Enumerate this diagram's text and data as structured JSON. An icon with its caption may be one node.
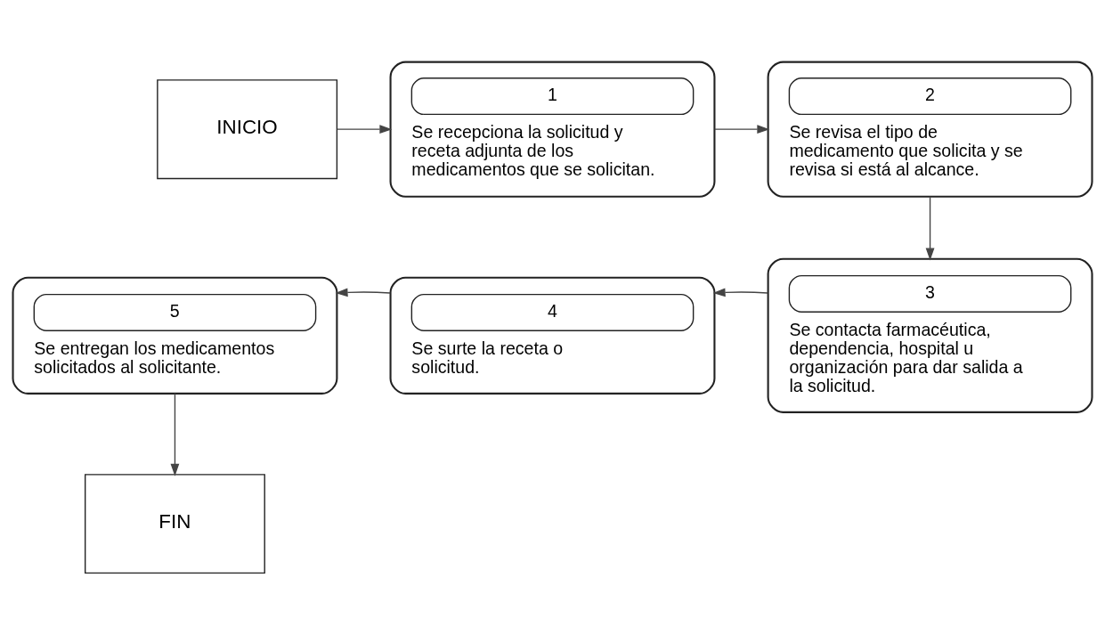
{
  "diagram": {
    "nodes": [
      {
        "text": [
          "INICIO"
        ]
      },
      {
        "text": [
          "1",
          "Se recepciona la solicitud y receta adjunta de los medicamentos que se solicitan."
        ]
      },
      {
        "text": [
          "2",
          "Se revisa el tipo de medicamento que solicita y se revisa si está al alcance."
        ]
      },
      {
        "text": [
          "3",
          "Se contacta farmacéutica, dependencia, hospital u organización para dar salida a la solicitud."
        ]
      },
      {
        "text": [
          "4",
          "Se surte la receta o solicitud."
        ]
      },
      {
        "text": [
          "5",
          "Se entregan los medicamentos solicitados al solicitante."
        ]
      },
      {
        "text": [
          "FIN"
        ]
      }
    ],
    "edges": [
      {
        "from": 0,
        "to": 1,
        "arrow": "to"
      },
      {
        "from": 1,
        "to": 2,
        "arrow": "to"
      },
      {
        "from": 2,
        "to": 3,
        "arrow": "to"
      },
      {
        "from": 3,
        "to": 4,
        "arrow": "to"
      },
      {
        "from": 4,
        "to": 5,
        "arrow": "to"
      },
      {
        "from": 5,
        "to": 6,
        "arrow": "to"
      }
    ]
  }
}
